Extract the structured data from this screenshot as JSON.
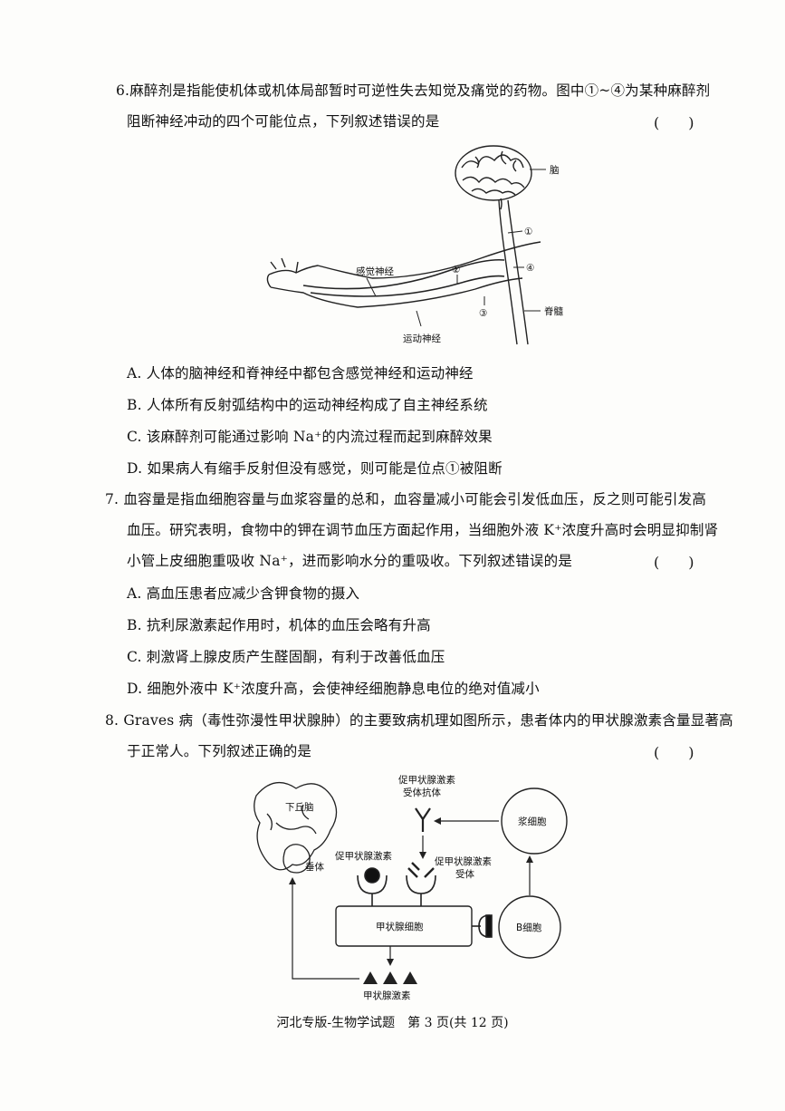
{
  "questions": [
    {
      "lines": [
        "6.麻醉剂是指能使机体或机体局部暂时可逆性失去知觉及痛觉的药物。图中①~④为某种麻醉剂",
        "阻断神经冲动的四个可能位点，下列叙述错误的是"
      ],
      "paren": "(　　)",
      "figure_labels": {
        "brain": "脑",
        "sensory": "感觉神经",
        "motor": "运动神经",
        "spinal": "脊髓",
        "p1": "①",
        "p2": "②",
        "p3": "③",
        "p4": "④"
      },
      "options": [
        "A. 人体的脑神经和脊神经中都包含感觉神经和运动神经",
        "B. 人体所有反射弧结构中的运动神经构成了自主神经系统",
        "C. 该麻醉剂可能通过影响 Na⁺的内流过程而起到麻醉效果",
        "D. 如果病人有缩手反射但没有感觉，则可能是位点①被阻断"
      ]
    },
    {
      "lines": [
        "7. 血容量是指血细胞容量与血浆容量的总和，血容量减小可能会引发低血压，反之则可能引发高",
        "血压。研究表明，食物中的钾在调节血压方面起作用，当细胞外液 K⁺浓度升高时会明显抑制肾",
        "小管上皮细胞重吸收 Na⁺，进而影响水分的重吸收。下列叙述错误的是"
      ],
      "paren": "(　　)",
      "options": [
        "A. 高血压患者应减少含钾食物的摄入",
        "B. 抗利尿激素起作用时，机体的血压会略有升高",
        "C. 刺激肾上腺皮质产生醛固酮，有利于改善低血压",
        "D. 细胞外液中 K⁺浓度升高，会使神经细胞静息电位的绝对值减小"
      ]
    },
    {
      "lines": [
        "8. Graves 病（毒性弥漫性甲状腺肿）的主要致病机理如图所示，患者体内的甲状腺激素含量显著高",
        "于正常人。下列叙述正确的是"
      ],
      "paren": "(　　)",
      "figure_labels": {
        "hypothalamus": "下丘脑",
        "pituitary": "垂体",
        "tsh": "促甲状腺激素",
        "antibody_1": "促甲状腺激素",
        "antibody_2": "受体抗体",
        "receptor_1": "促甲状腺激素",
        "receptor_2": "受体",
        "plasma_cell": "浆细胞",
        "thyroid_cell": "甲状腺细胞",
        "b_cell": "B细胞",
        "thyroid_hormone": "甲状腺激素"
      }
    }
  ],
  "footer": "河北专版-生物学试题　第 3 页(共 12 页)"
}
